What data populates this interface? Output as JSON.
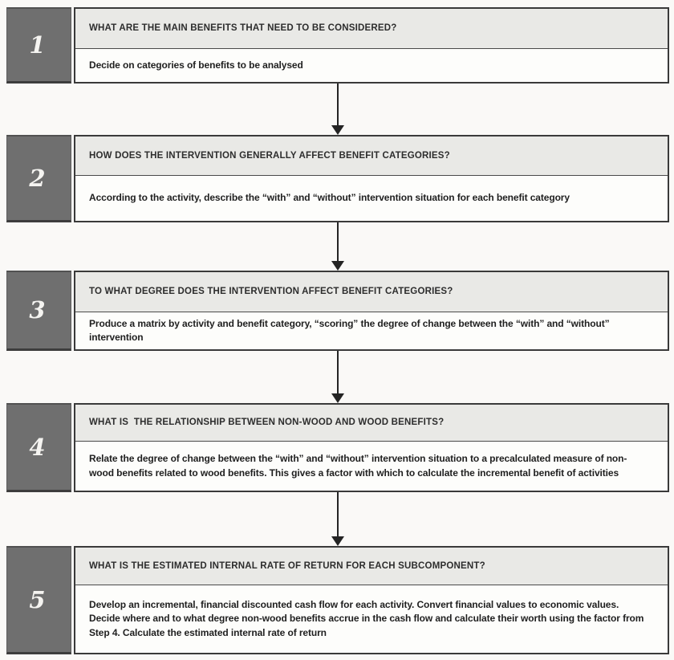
{
  "diagram": {
    "type": "flowchart",
    "direction": "top-down",
    "colors": {
      "number_block": "#6f6f6f",
      "question_band": "#e9e9e6",
      "action_band": "#fdfdfb",
      "border": "#3a3a3a",
      "arrow": "#242424",
      "page_background": "#faf9f7",
      "numeral_text": "#f5f4f1"
    },
    "steps": [
      {
        "number": "1",
        "question": "WHAT ARE THE MAIN BENEFITS THAT NEED TO BE CONSIDERED?",
        "action": "Decide on categories of benefits to be analysed"
      },
      {
        "number": "2",
        "question": "HOW DOES THE INTERVENTION GENERALLY AFFECT BENEFIT CATEGORIES?",
        "action": "According to the activity, describe the “with” and “without” intervention situation for each benefit category"
      },
      {
        "number": "3",
        "question": "TO WHAT DEGREE DOES THE INTERVENTION AFFECT BENEFIT CATEGORIES?",
        "action": "Produce a matrix by activity and benefit category, “scoring” the degree of change between the “with” and “without” intervention"
      },
      {
        "number": "4",
        "question": "WHAT IS  THE RELATIONSHIP BETWEEN NON-WOOD AND WOOD BENEFITS?",
        "action": "Relate the degree of change between the “with” and “without” intervention situation to a precalculated measure of non-wood benefits related to wood benefits. This gives a factor with which to calculate the incremental benefit of activities"
      },
      {
        "number": "5",
        "question": "WHAT IS THE ESTIMATED INTERNAL RATE OF RETURN FOR EACH SUBCOMPONENT?",
        "action": "Develop an incremental, financial discounted cash flow for each activity. Convert financial values to economic values. Decide where and to what degree non-wood benefits accrue in the cash flow and calculate their worth using the factor from Step 4. Calculate the estimated internal rate of return"
      }
    ]
  }
}
